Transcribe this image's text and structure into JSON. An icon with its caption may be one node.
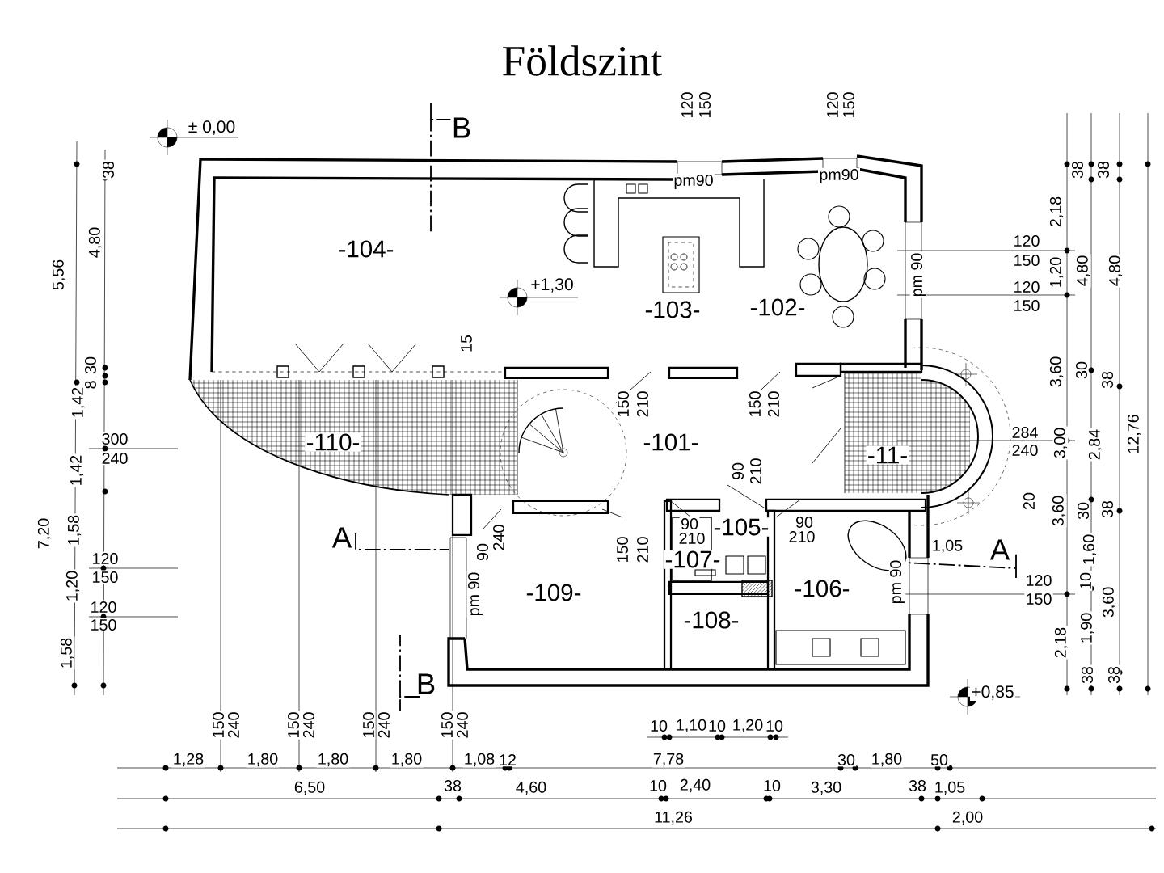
{
  "diagram": {
    "title": "Földszint",
    "labels": [
      "± 0,00",
      "B",
      "120",
      "150",
      "120",
      "150",
      "pm90",
      "pm90",
      "-104-",
      "+1,30",
      "-103-",
      "-102-",
      "pm 90",
      "120",
      "150",
      "120",
      "150",
      "5,56",
      "4,80",
      "38",
      "30",
      "8",
      "1,42",
      "300",
      "240",
      "1,42",
      "7,20",
      "1,58",
      "120",
      "150",
      "1,20",
      "120",
      "150",
      "1,58",
      "15",
      "150",
      "210",
      "150",
      "210",
      "-110-",
      "-101-",
      "-11-",
      "90",
      "210",
      "A",
      "90",
      "240",
      "150",
      "210",
      "90",
      "210",
      "-105-",
      "90",
      "210",
      "-107-",
      "pm 90",
      "-109-",
      "-106-",
      "pm 90",
      "-108-",
      "1,05",
      "A",
      "120",
      "150",
      "B",
      "+0,85",
      "2,18",
      "38",
      "38",
      "1,20",
      "4,80",
      "4,80",
      "3,60",
      "30",
      "38",
      "3,00",
      "284",
      "240",
      "2,84",
      "12,76",
      "20",
      "3,60",
      "30",
      "38",
      "1,60",
      "10",
      "3,60",
      "1,90",
      "2,18",
      "38",
      "38",
      "150",
      "240",
      "150",
      "240",
      "150",
      "240",
      "150",
      "240",
      "10",
      "1,10",
      "10",
      "1,20",
      "10",
      "1,28",
      "1,80",
      "1,80",
      "1,80",
      "1,08",
      "12",
      "7,78",
      "30",
      "1,80",
      "50",
      "6,50",
      "38",
      "4,60",
      "10",
      "2,40",
      "10",
      "3,30",
      "38",
      "1,05",
      "11,26",
      "2,00"
    ]
  }
}
